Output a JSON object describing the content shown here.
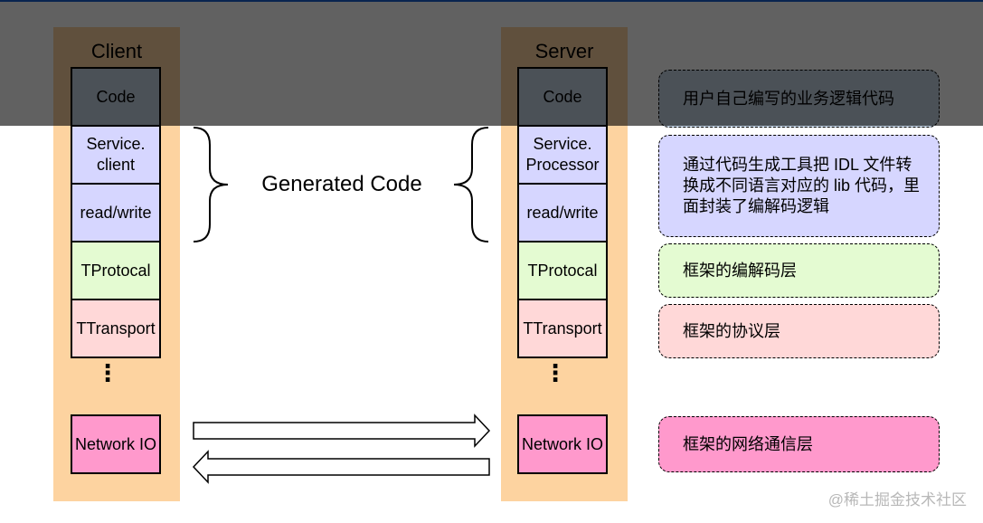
{
  "client": {
    "title": "Client",
    "layers": {
      "code": "Code",
      "service": "Service.\nclient",
      "readwrite": "read/write",
      "protocol": "TProtocal",
      "transport": "TTransport",
      "network": "Network IO"
    },
    "ellipsis": "⋮"
  },
  "server": {
    "title": "Server",
    "layers": {
      "code": "Code",
      "service": "Service.\nProcessor",
      "readwrite": "read/write",
      "protocol": "TProtocal",
      "transport": "TTransport",
      "network": "Network IO"
    },
    "ellipsis": "⋮"
  },
  "generated_label": "Generated Code",
  "notes": {
    "business": "用户自己编写的业务逻辑代码",
    "idl": "通过代码生成工具把 IDL 文件转换成不同语言对应的 lib 代码，里面封装了编解码逻辑",
    "codec": "框架的编解码层",
    "protocol": "框架的协议层",
    "network": "框架的网络通信层"
  },
  "watermark": "@稀土掘金技术社区",
  "colors": {
    "column_bg": "#fdd3a0",
    "code": "#c5d4e5",
    "service": "#d6d6ff",
    "protocol": "#e4fbd2",
    "transport": "#ffd8d8",
    "network": "#ff99cc",
    "note_business": "#c5d4e5",
    "note_idl": "#d6d6ff",
    "note_codec": "#e4fbd2",
    "note_protocol": "#ffd8d8",
    "note_network": "#ff99cc",
    "top_line": "#1a5fd0"
  }
}
